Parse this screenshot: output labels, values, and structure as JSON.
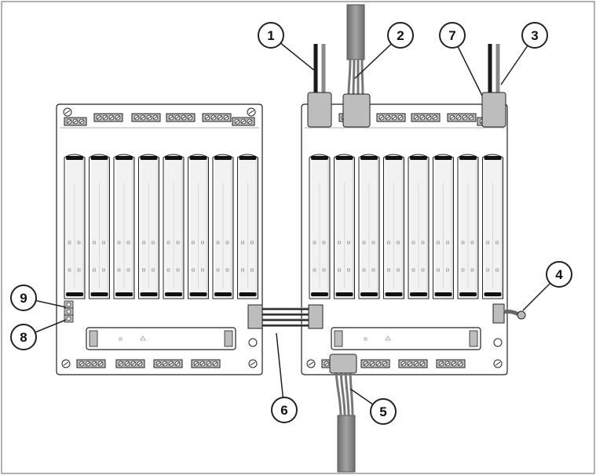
{
  "callouts": [
    {
      "id": "1",
      "label": "1"
    },
    {
      "id": "2",
      "label": "2"
    },
    {
      "id": "3",
      "label": "3"
    },
    {
      "id": "4",
      "label": "4"
    },
    {
      "id": "5",
      "label": "5"
    },
    {
      "id": "6",
      "label": "6"
    },
    {
      "id": "7",
      "label": "7"
    },
    {
      "id": "8",
      "label": "8"
    },
    {
      "id": "9",
      "label": "9"
    }
  ],
  "colors": {
    "outline": "#222222",
    "panel_fill": "#ffffff",
    "module_shade": "#d9d9d9",
    "cable_gray": "#8a8a8a",
    "terminal_gray": "#bdbdbd",
    "wire_dark": "#1a1a1a"
  }
}
